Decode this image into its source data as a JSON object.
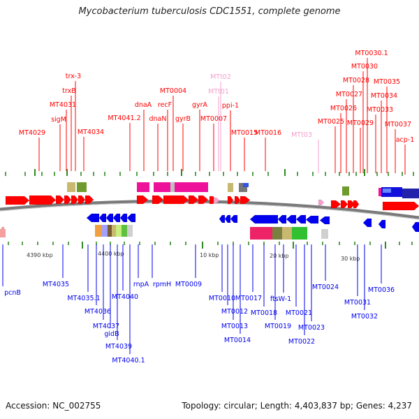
{
  "title": "Mycobacterium tuberculosis CDC1551, complete genome",
  "footer": {
    "accession": "Accession: NC_002755",
    "summary": "Topology: circular; Length: 4,403,837 bp; Genes: 4,237"
  },
  "colors": {
    "forward_gene": "#ff0000",
    "reverse_gene": "#0000ee",
    "rna_gene": "#f4a0cc",
    "backbone": "#7a7a7a",
    "tick": "#2e8b22"
  },
  "scale_labels": [
    "4390 kbp",
    "4400 kbp",
    "10 kbp",
    "20 kbp",
    "30 kbp"
  ],
  "forward_labels": [
    "MT4029",
    "sigM",
    "MT4031",
    "trxB",
    "trx-3",
    "MT4034",
    "MT4041.2",
    "dnaA",
    "dnaN",
    "recF",
    "MT0004",
    "gyrB",
    "gyrA",
    "MT0007",
    "MTt01",
    "MTt02",
    "ppi-1",
    "MT0015",
    "MT0016",
    "MTt03",
    "MT0025",
    "MT0026",
    "MT0027",
    "MT0028",
    "MT0029",
    "MT0030",
    "MT0030.1",
    "MT0033",
    "MT0034",
    "MT0035",
    "MT0037",
    "acp-1"
  ],
  "reverse_labels": [
    "pcnB",
    "MT4035",
    "MT4035.1",
    "MT4036",
    "MT4037",
    "gidB",
    "MT4039",
    "MT4040",
    "MT4040.1",
    "rnpA",
    "rpmH",
    "MT0009",
    "MT0010",
    "MT0012",
    "MT0013",
    "MT0014",
    "MT0017",
    "MT0018",
    "MT0019",
    "ftsW-1",
    "MT0021",
    "MT0022",
    "MT0023",
    "MT0024",
    "MT0031",
    "MT0032",
    "MT0036"
  ]
}
